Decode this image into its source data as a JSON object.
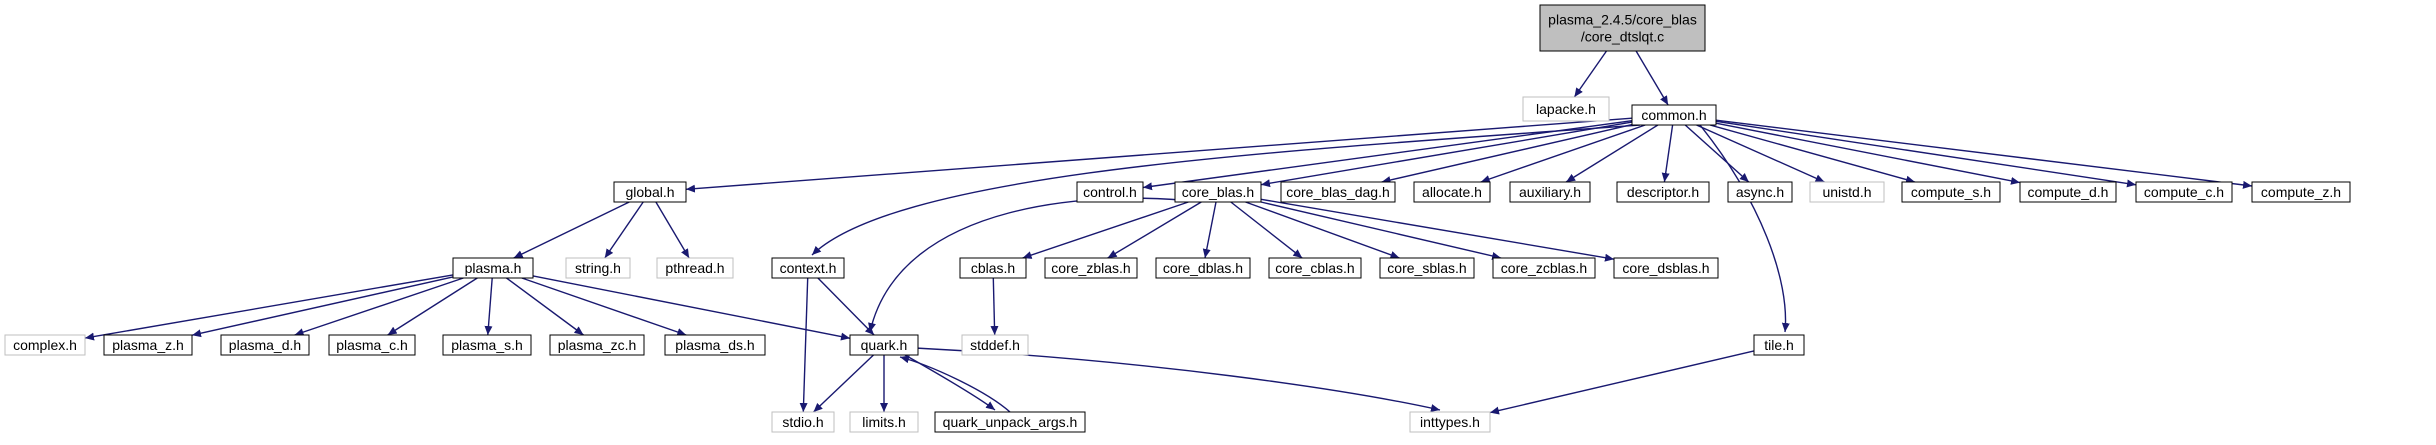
{
  "colors": {
    "edge": "#191970",
    "root_fill": "#bfbfbf",
    "root_stroke": "#000000",
    "linked_stroke": "#000000",
    "external_stroke": "#bfbfbf",
    "external_text": "#8c8c8c",
    "text": "#000000"
  },
  "nodes": {
    "root": {
      "lines": [
        "plasma_2.4.5/core_blas",
        "/core_dtslqt.c"
      ],
      "kind": "root"
    },
    "lapacke": {
      "lines": [
        "lapacke.h"
      ],
      "kind": "external"
    },
    "common": {
      "lines": [
        "common.h"
      ],
      "kind": "linked"
    },
    "global": {
      "lines": [
        "global.h"
      ],
      "kind": "linked"
    },
    "control": {
      "lines": [
        "control.h"
      ],
      "kind": "linked"
    },
    "core_blas": {
      "lines": [
        "core_blas.h"
      ],
      "kind": "linked"
    },
    "core_blas_dag": {
      "lines": [
        "core_blas_dag.h"
      ],
      "kind": "linked"
    },
    "allocate": {
      "lines": [
        "allocate.h"
      ],
      "kind": "linked"
    },
    "auxiliary": {
      "lines": [
        "auxiliary.h"
      ],
      "kind": "linked"
    },
    "descriptor": {
      "lines": [
        "descriptor.h"
      ],
      "kind": "linked"
    },
    "async": {
      "lines": [
        "async.h"
      ],
      "kind": "linked"
    },
    "unistd": {
      "lines": [
        "unistd.h"
      ],
      "kind": "external"
    },
    "compute_s": {
      "lines": [
        "compute_s.h"
      ],
      "kind": "linked"
    },
    "compute_d": {
      "lines": [
        "compute_d.h"
      ],
      "kind": "linked"
    },
    "compute_c": {
      "lines": [
        "compute_c.h"
      ],
      "kind": "linked"
    },
    "compute_z": {
      "lines": [
        "compute_z.h"
      ],
      "kind": "linked"
    },
    "plasma": {
      "lines": [
        "plasma.h"
      ],
      "kind": "linked"
    },
    "string": {
      "lines": [
        "string.h"
      ],
      "kind": "external"
    },
    "pthread": {
      "lines": [
        "pthread.h"
      ],
      "kind": "external"
    },
    "context": {
      "lines": [
        "context.h"
      ],
      "kind": "linked"
    },
    "cblas": {
      "lines": [
        "cblas.h"
      ],
      "kind": "linked"
    },
    "core_zblas": {
      "lines": [
        "core_zblas.h"
      ],
      "kind": "linked"
    },
    "core_dblas": {
      "lines": [
        "core_dblas.h"
      ],
      "kind": "linked"
    },
    "core_cblas": {
      "lines": [
        "core_cblas.h"
      ],
      "kind": "linked"
    },
    "core_sblas": {
      "lines": [
        "core_sblas.h"
      ],
      "kind": "linked"
    },
    "core_zcblas": {
      "lines": [
        "core_zcblas.h"
      ],
      "kind": "linked"
    },
    "core_dsblas": {
      "lines": [
        "core_dsblas.h"
      ],
      "kind": "linked"
    },
    "complex": {
      "lines": [
        "complex.h"
      ],
      "kind": "external"
    },
    "plasma_z": {
      "lines": [
        "plasma_z.h"
      ],
      "kind": "linked"
    },
    "plasma_d": {
      "lines": [
        "plasma_d.h"
      ],
      "kind": "linked"
    },
    "plasma_c": {
      "lines": [
        "plasma_c.h"
      ],
      "kind": "linked"
    },
    "plasma_s": {
      "lines": [
        "plasma_s.h"
      ],
      "kind": "linked"
    },
    "plasma_zc": {
      "lines": [
        "plasma_zc.h"
      ],
      "kind": "linked"
    },
    "plasma_ds": {
      "lines": [
        "plasma_ds.h"
      ],
      "kind": "linked"
    },
    "quark": {
      "lines": [
        "quark.h"
      ],
      "kind": "linked"
    },
    "stddef": {
      "lines": [
        "stddef.h"
      ],
      "kind": "external"
    },
    "tile": {
      "lines": [
        "tile.h"
      ],
      "kind": "linked"
    },
    "stdio": {
      "lines": [
        "stdio.h"
      ],
      "kind": "external"
    },
    "limits": {
      "lines": [
        "limits.h"
      ],
      "kind": "external"
    },
    "quark_unpack_args": {
      "lines": [
        "quark_unpack_args.h"
      ],
      "kind": "linked"
    },
    "inttypes": {
      "lines": [
        "inttypes.h"
      ],
      "kind": "external"
    }
  },
  "edges": [
    [
      "root",
      "lapacke"
    ],
    [
      "root",
      "common"
    ],
    [
      "common",
      "global"
    ],
    [
      "common",
      "control"
    ],
    [
      "common",
      "core_blas"
    ],
    [
      "common",
      "core_blas_dag"
    ],
    [
      "common",
      "allocate"
    ],
    [
      "common",
      "auxiliary"
    ],
    [
      "common",
      "descriptor"
    ],
    [
      "common",
      "async"
    ],
    [
      "common",
      "unistd"
    ],
    [
      "common",
      "compute_s"
    ],
    [
      "common",
      "compute_d"
    ],
    [
      "common",
      "compute_c"
    ],
    [
      "common",
      "compute_z"
    ],
    [
      "common",
      "context"
    ],
    [
      "common",
      "tile"
    ],
    [
      "global",
      "plasma"
    ],
    [
      "global",
      "string"
    ],
    [
      "global",
      "pthread"
    ],
    [
      "plasma",
      "complex"
    ],
    [
      "plasma",
      "plasma_z"
    ],
    [
      "plasma",
      "plasma_d"
    ],
    [
      "plasma",
      "plasma_c"
    ],
    [
      "plasma",
      "plasma_s"
    ],
    [
      "plasma",
      "plasma_zc"
    ],
    [
      "plasma",
      "plasma_ds"
    ],
    [
      "plasma",
      "quark"
    ],
    [
      "core_blas",
      "cblas"
    ],
    [
      "core_blas",
      "core_zblas"
    ],
    [
      "core_blas",
      "core_dblas"
    ],
    [
      "core_blas",
      "core_cblas"
    ],
    [
      "core_blas",
      "core_sblas"
    ],
    [
      "core_blas",
      "core_zcblas"
    ],
    [
      "core_blas",
      "core_dsblas"
    ],
    [
      "core_blas",
      "quark"
    ],
    [
      "cblas",
      "stddef"
    ],
    [
      "context",
      "quark"
    ],
    [
      "context",
      "stdio"
    ],
    [
      "quark",
      "stdio"
    ],
    [
      "quark",
      "limits"
    ],
    [
      "quark",
      "quark_unpack_args"
    ],
    [
      "quark",
      "inttypes"
    ],
    [
      "quark_unpack_args",
      "quark"
    ],
    [
      "tile",
      "inttypes"
    ]
  ]
}
